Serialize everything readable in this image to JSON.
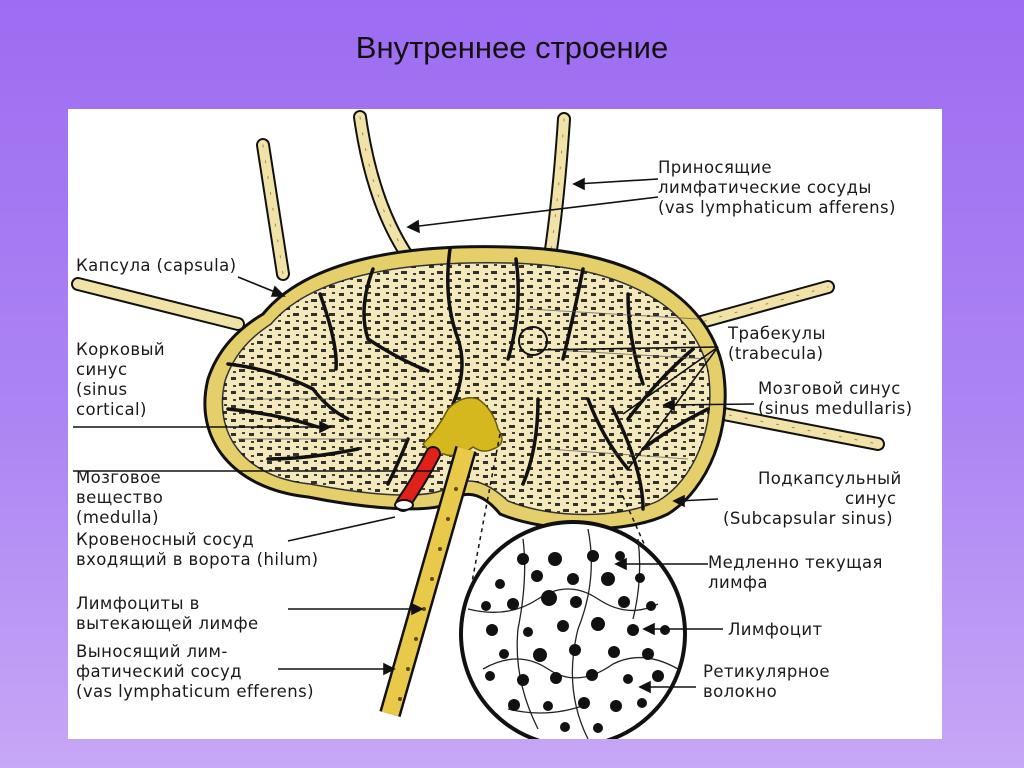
{
  "title": "Внутреннее строение",
  "labels": {
    "afferens": [
      "Приносящие",
      "лимфатические сосуды",
      "(vas lymphaticum afferens)"
    ],
    "capsula": [
      "Капсула (capsula)"
    ],
    "cortical": [
      "Корковый",
      "синус",
      "(sinus",
      "cortical)"
    ],
    "trabecula": [
      "Трабекулы",
      "(trabecula)"
    ],
    "sinus_medullaris": [
      "Мозговой синус",
      "(sinus medullaris)"
    ],
    "medulla": [
      "Мозговое",
      "вещество",
      "(medulla)"
    ],
    "subcapsular": [
      "Подкапсульный",
      "синус",
      "(Subcapsular sinus)"
    ],
    "hilum": [
      "Кровеносный сосуд",
      "входящий в ворота (hilum)"
    ],
    "slow_lymph": [
      "Медленно текущая",
      "лимфа"
    ],
    "lymphocytes_out": [
      "Лимфоциты в",
      "вытекающей лимфе"
    ],
    "lymphocyte": [
      "Лимфоцит"
    ],
    "efferens": [
      "Выносящий лим-",
      "фатический сосуд",
      "(vas lymphaticum efferens)"
    ],
    "reticular": [
      "Ретикулярное",
      "волокно"
    ]
  },
  "colors": {
    "background": "#a57af3",
    "panel": "#ffffff",
    "node_fill": "#f3e7b4",
    "capsule_gold": "#e5cf6a",
    "hilum_gold": "#d4b81d",
    "vessel_red": "#e0211a",
    "outline": "#111111"
  }
}
